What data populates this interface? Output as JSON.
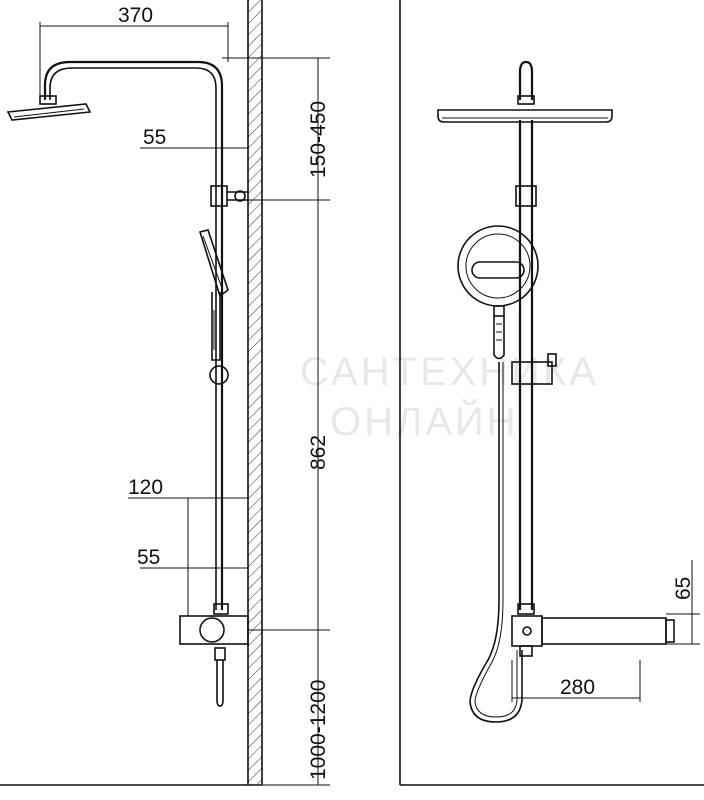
{
  "watermark": {
    "line1": "САНТЕХНИКА",
    "line2": "ОНЛАЙН"
  },
  "side_view": {
    "dimensions": {
      "arm_reach": "370",
      "head_height": "150-450",
      "bracket_offset_top": "55",
      "column_height": "862",
      "mixer_depth": "120",
      "bracket_offset_bottom": "55",
      "mixer_height": "1000-1200"
    }
  },
  "front_view": {
    "dimensions": {
      "mixer_body_height": "65",
      "mixer_body_width": "280"
    }
  }
}
